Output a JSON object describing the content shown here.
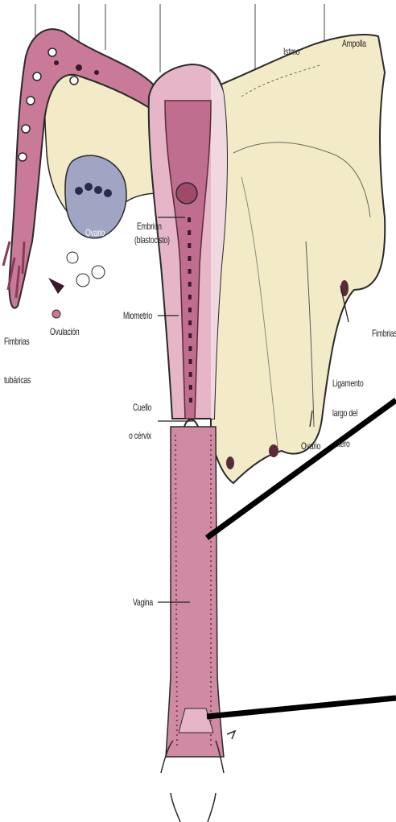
{
  "labels": {
    "istmo": "Istmo",
    "ampolla": "Ampolla",
    "embrion_1": "Embrión",
    "embrion_2": "(blastocisto)",
    "ovario_left": "Ovario",
    "ovulacion": "Ovulación",
    "fimbrias_left_1": "Fimbrias",
    "fimbrias_left_2": "tubáricas",
    "miometrio": "Miometrio",
    "cuello_1": "Cuello",
    "cuello_2": "o cérvix",
    "vagina": "Vagina",
    "fimbrias_right": "Fimbrias",
    "ligamento_1": "Ligamento",
    "ligamento_2": "largo del",
    "ligamento_3": "útero",
    "ovario_right": "Ovario"
  },
  "colors": {
    "tube_pink": "#c97a98",
    "uterus_pink": "#d9a0b5",
    "cavity": "#c06e8f",
    "vagina": "#cf8aa4",
    "ligament_cream": "#f3ebc8",
    "ovary_gray": "#9fa5c3",
    "outline": "#2a2a2a"
  }
}
